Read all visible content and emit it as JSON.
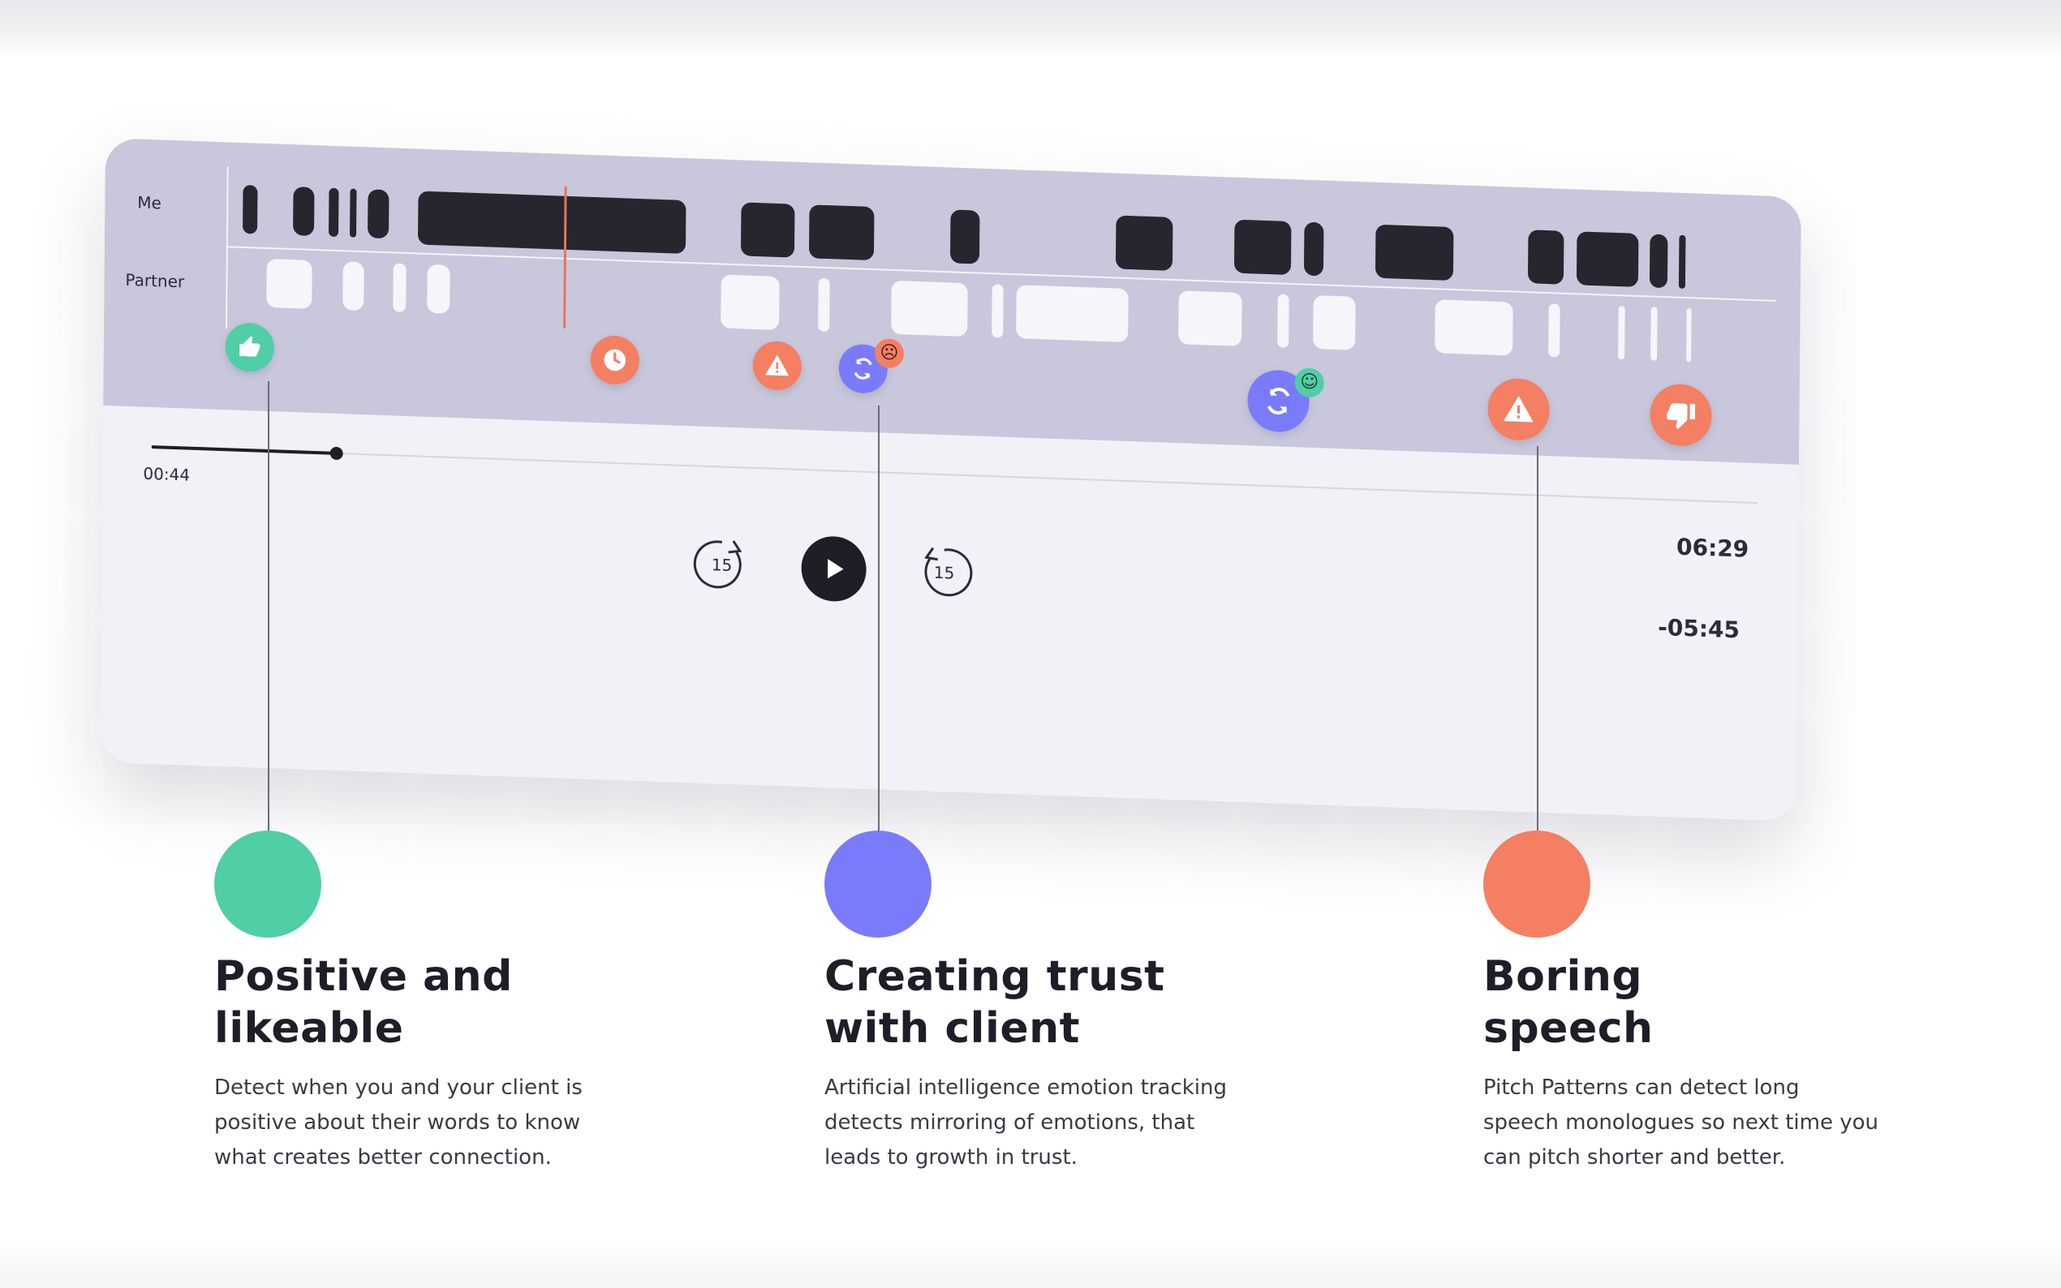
{
  "timeline": {
    "me_label": "Me",
    "partner_label": "Partner",
    "current_time": "00:44",
    "total_time": "06:29",
    "remaining_time": "-05:45",
    "progress_fraction": 0.115,
    "skip_back_label": "15",
    "skip_forward_label": "15"
  },
  "markers": [
    {
      "type": "thumbs-up",
      "color": "#50cea6"
    },
    {
      "type": "clock",
      "color": "#f47f62"
    },
    {
      "type": "warning",
      "color": "#f47f62"
    },
    {
      "type": "mirroring-sad",
      "color": "#7a7bfa"
    },
    {
      "type": "mirroring-happy",
      "color": "#7a7bfa"
    },
    {
      "type": "warning",
      "color": "#f47f62"
    },
    {
      "type": "thumbs-down",
      "color": "#f47f62"
    }
  ],
  "features": [
    {
      "color": "#50cea6",
      "title_line1": "Positive and",
      "title_line2": "likeable",
      "desc_line1": "Detect when you and your client is",
      "desc_line2": "positive about their words to know",
      "desc_line3": "what creates better connection."
    },
    {
      "color": "#7a7bfa",
      "title_line1": "Creating trust",
      "title_line2": "with client",
      "desc_line1": "Artificial intelligence emotion tracking",
      "desc_line2": "detects mirroring of emotions, that",
      "desc_line3": "leads to growth in trust."
    },
    {
      "color": "#f47f62",
      "title_line1": "Boring",
      "title_line2": "speech",
      "desc_line1": "Pitch Patterns can detect long",
      "desc_line2": "speech monologues so next time you",
      "desc_line3": "can pitch shorter and better."
    }
  ],
  "colors": {
    "green": "#50cea6",
    "blue": "#7a7bfa",
    "orange": "#f47f62",
    "timeline_bg": "#c8c7dc",
    "dark": "#1e1e26"
  }
}
